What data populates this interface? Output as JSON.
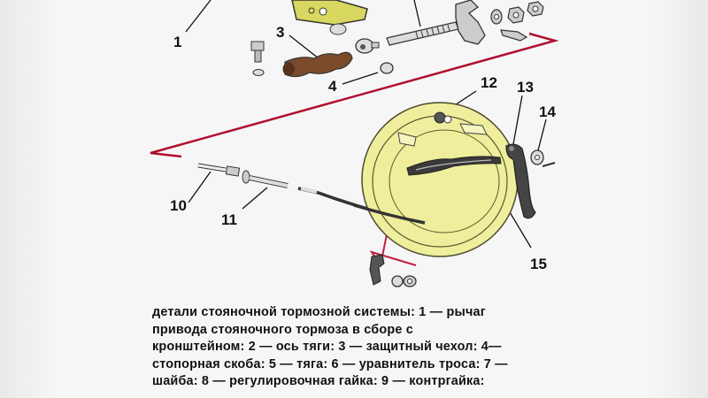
{
  "figure": {
    "type": "exploded-parts-diagram",
    "subject": "parking brake system parts",
    "labels": [
      {
        "id": "1",
        "text": "1"
      },
      {
        "id": "3",
        "text": "3"
      },
      {
        "id": "4",
        "text": "4"
      },
      {
        "id": "10",
        "text": "10"
      },
      {
        "id": "11",
        "text": "11"
      },
      {
        "id": "12",
        "text": "12"
      },
      {
        "id": "13",
        "text": "13"
      },
      {
        "id": "14",
        "text": "14"
      },
      {
        "id": "15",
        "text": "15"
      }
    ],
    "colors": {
      "background": "#f4f4f4",
      "leader_line": "#111111",
      "red_cable_line": "#b01030",
      "bracket_yellow": "#d8d860",
      "shield_yellow": "#f0f0a0",
      "boot_brown": "#7a4a2a",
      "metal_gray": "#b8b8b8",
      "dark_part": "#333333"
    }
  },
  "caption": {
    "lines": [
      "детали стояночной тормозной системы: 1 — рычаг",
      "привода стояночного тормоза в сборе с",
      "кронштейном: 2 — ось тяги: 3 — защитный чехол: 4—",
      "стопорная скоба: 5 — тяга: 6 — уравнитель троса: 7 —",
      "шайба: 8 — регулировочная гайка: 9 — контргайка:"
    ]
  }
}
